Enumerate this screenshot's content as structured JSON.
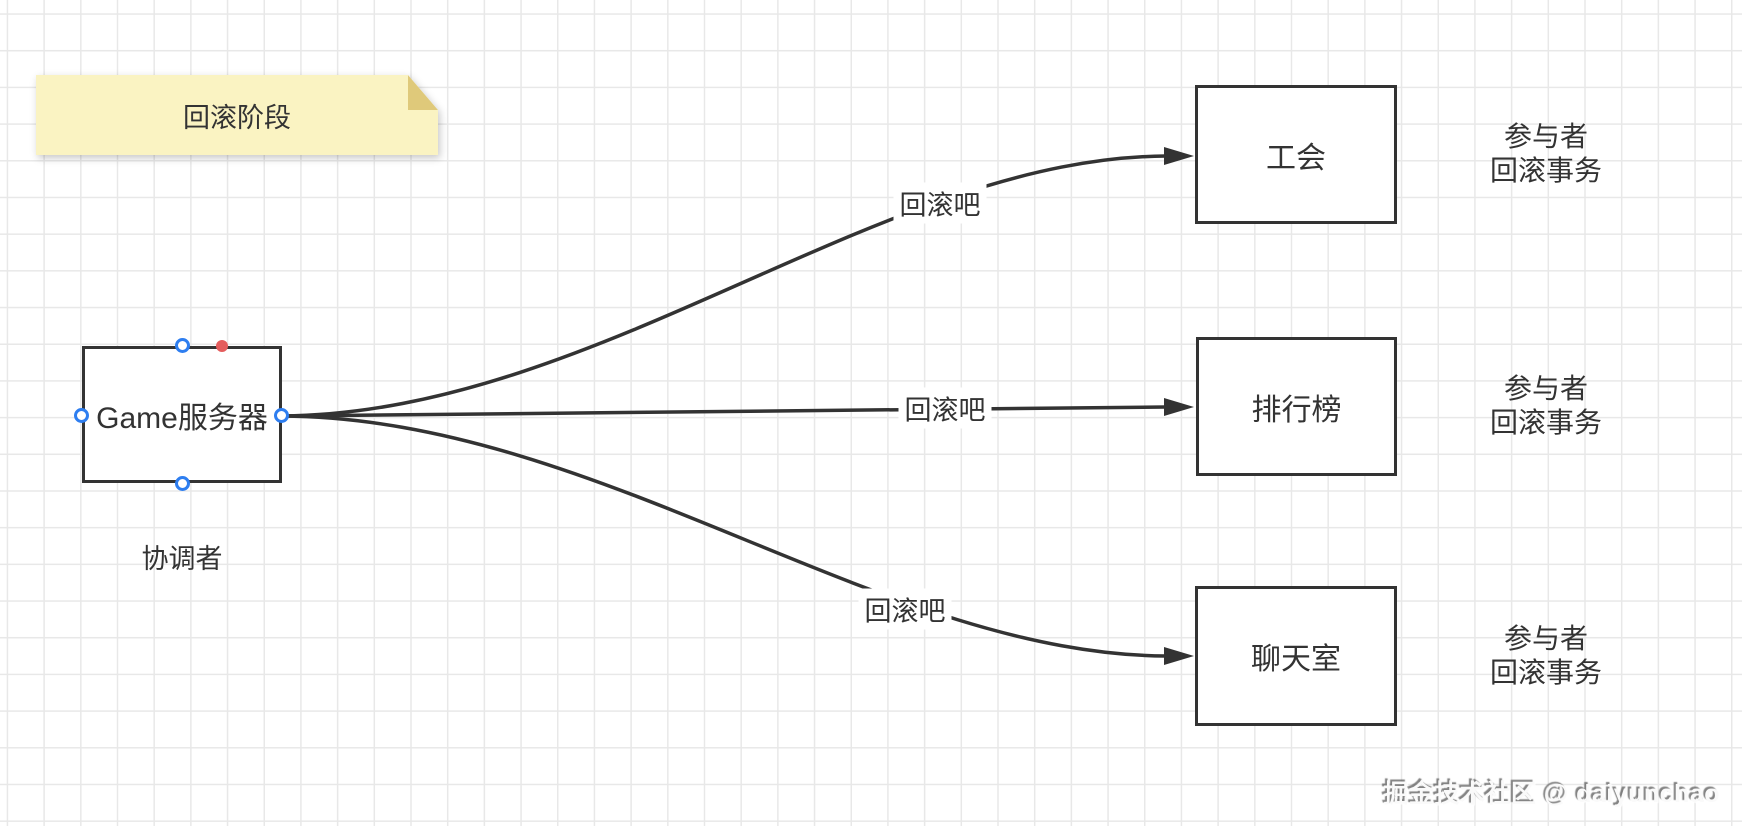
{
  "sticky_note": {
    "text": "回滚阶段"
  },
  "coordinator": {
    "label": "Game服务器",
    "role_label": "协调者"
  },
  "participants": [
    {
      "label": "工会",
      "note_line1": "参与者",
      "note_line2": "回滚事务"
    },
    {
      "label": "排行榜",
      "note_line1": "参与者",
      "note_line2": "回滚事务"
    },
    {
      "label": "聊天室",
      "note_line1": "参与者",
      "note_line2": "回滚事务"
    }
  ],
  "edges": [
    {
      "label": "回滚吧"
    },
    {
      "label": "回滚吧"
    },
    {
      "label": "回滚吧"
    }
  ],
  "watermark": "掘金技术社区 @ daiyunchao",
  "colors": {
    "stroke": "#333333",
    "text": "#333333",
    "canvas-bg": "#ffffff",
    "grid-line": "#e8e8e8",
    "note-bg": "#faf3c2",
    "note-fold": "#dfc97a",
    "handle-blue": "#2e7ef0",
    "dot-red": "#e45c5c"
  }
}
